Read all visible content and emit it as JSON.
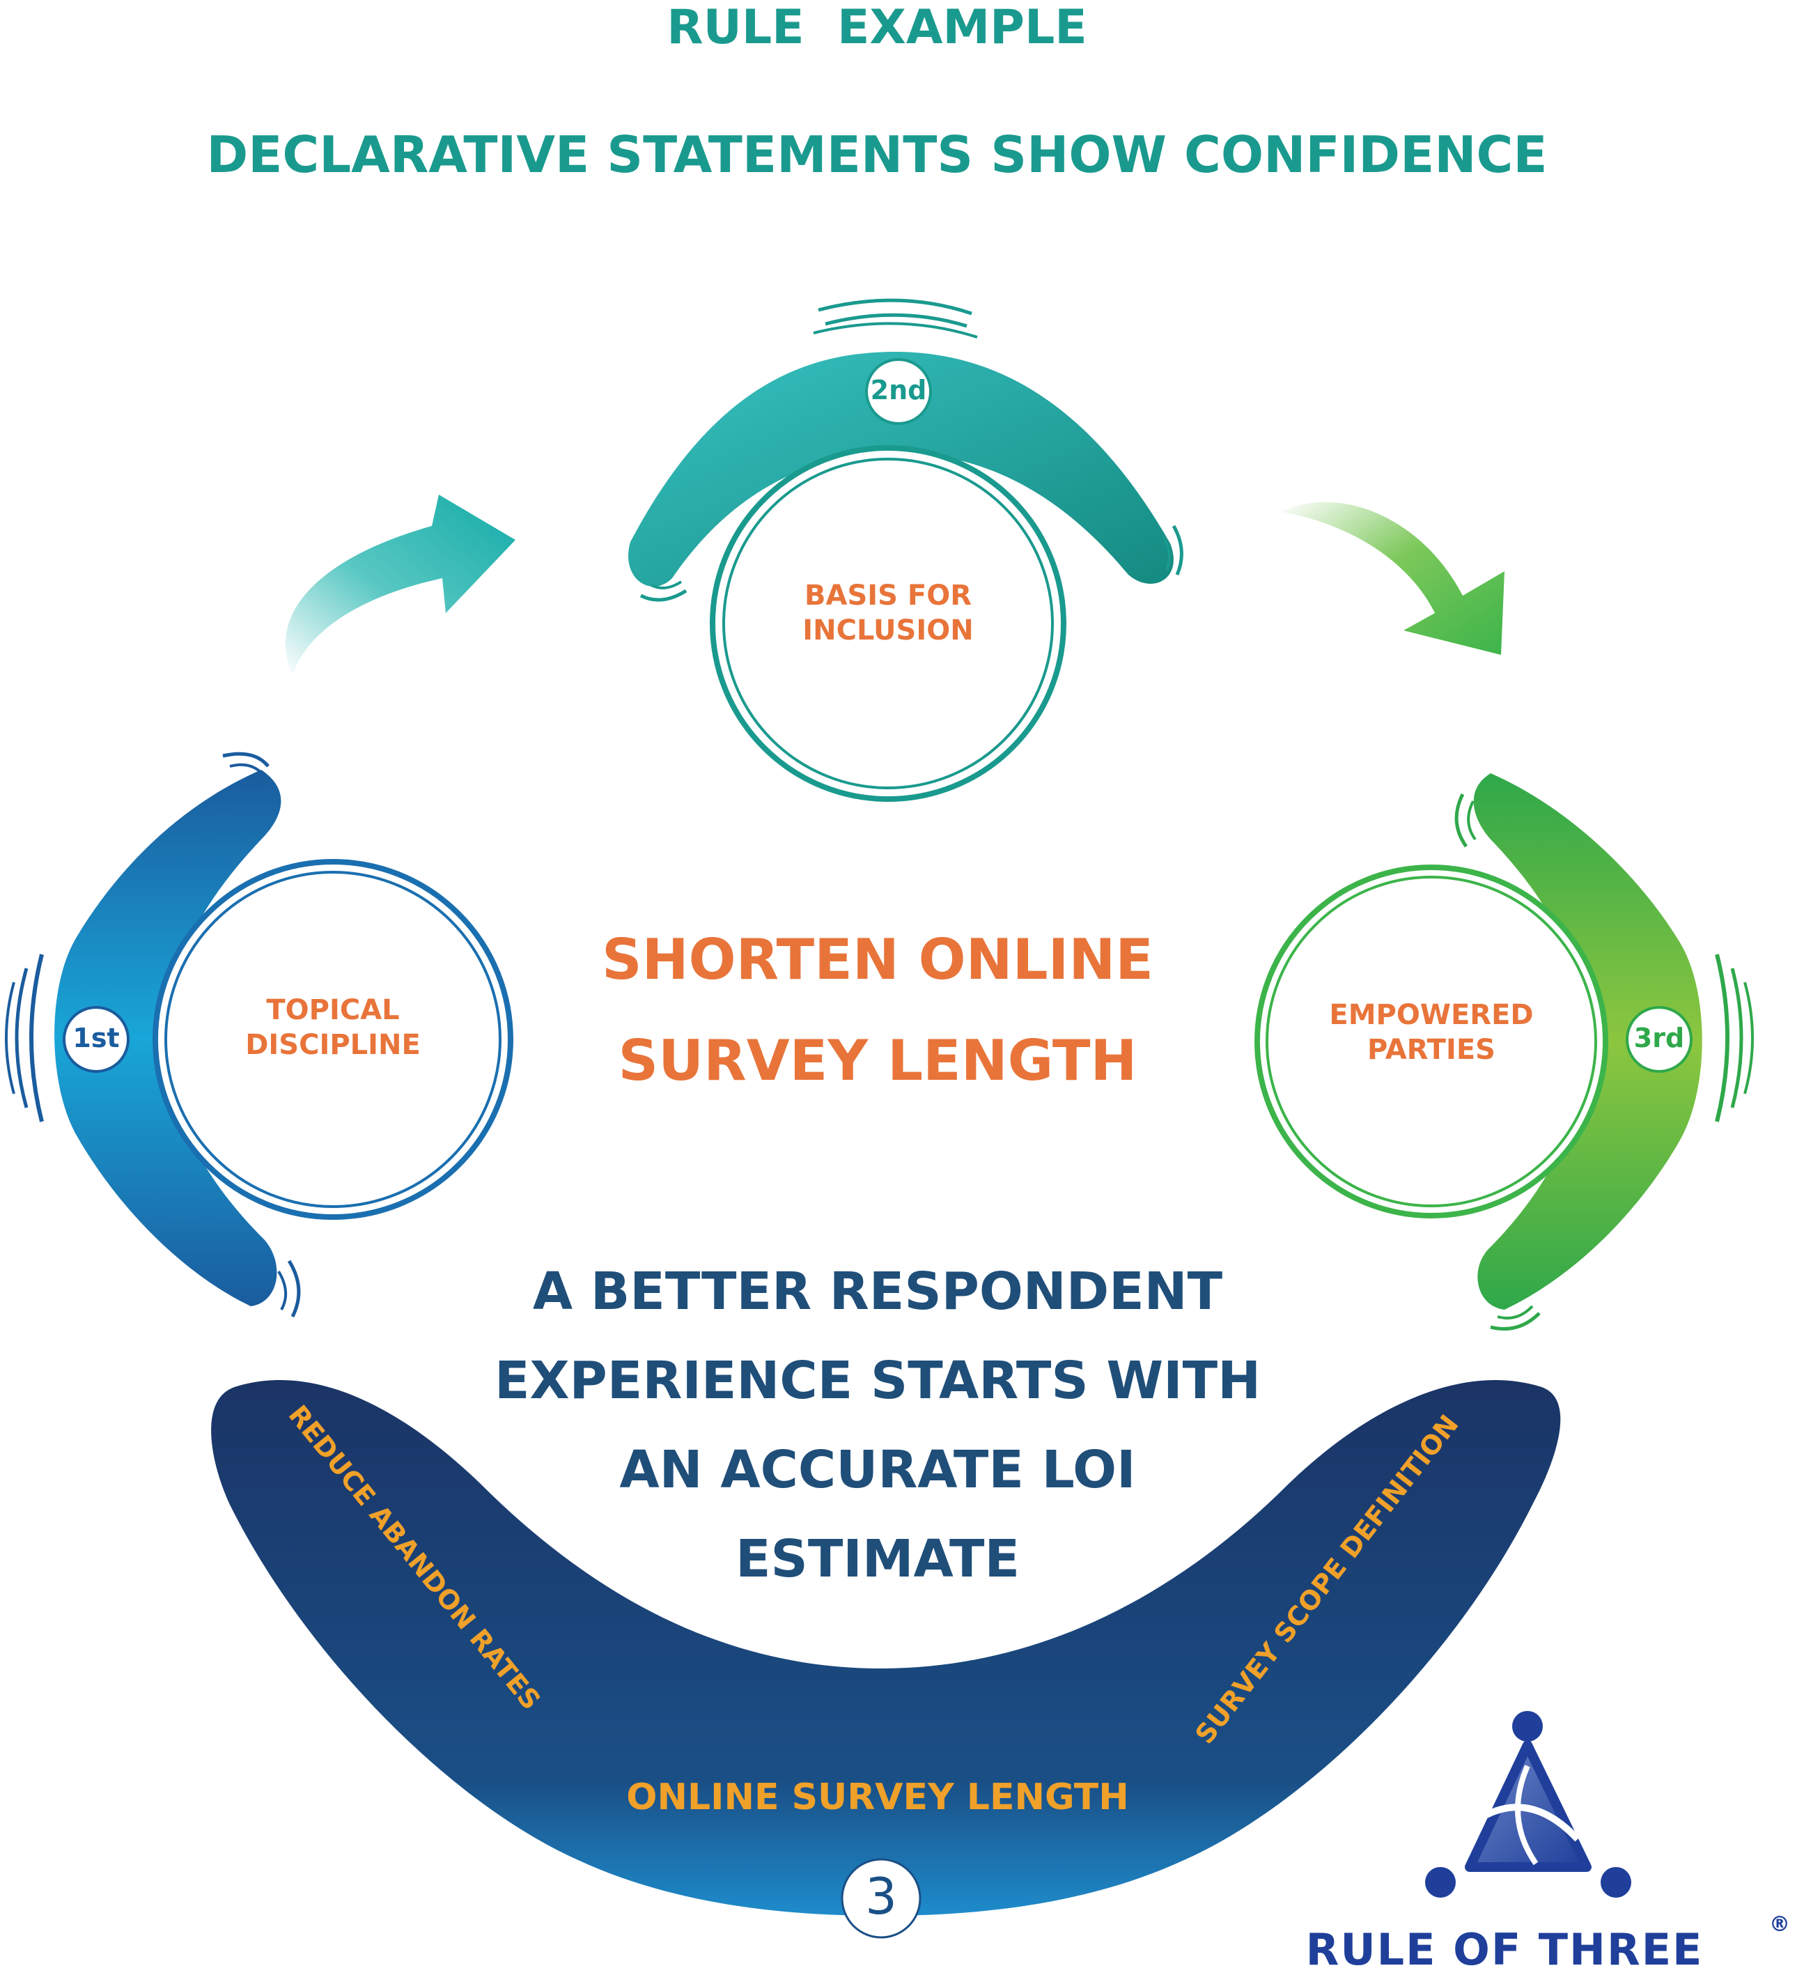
{
  "header": {
    "rule_label": "RULE  EXAMPLE",
    "subtitle": "DECLARATIVE STATEMENTS SHOW CONFIDENCE"
  },
  "center": {
    "headline_line1": "SHORTEN ONLINE",
    "headline_line2": "SURVEY LENGTH",
    "statement_line1": "A BETTER RESPONDENT",
    "statement_line2": "EXPERIENCE STARTS WITH",
    "statement_line3": "AN ACCURATE LOI",
    "statement_line4": "ESTIMATE"
  },
  "cycle": [
    {
      "badge": "1st",
      "label_line1": "TOPICAL",
      "label_line2": "DISCIPLINE",
      "color": "#1a7fc1"
    },
    {
      "badge": "2nd",
      "label_line1": "BASIS FOR",
      "label_line2": "INCLUSION",
      "color": "#1a9a8e"
    },
    {
      "badge": "3rd",
      "label_line1": "EMPOWERED",
      "label_line2": "PARTIES",
      "color": "#3cb44a"
    }
  ],
  "bottom_boomerang": {
    "left_label": "REDUCE ABANDON RATES",
    "right_label": "SURVEY SCOPE DEFINITION",
    "center_label": "ONLINE SURVEY LENGTH",
    "badge_glyph": "3",
    "color": "#1b3a6b"
  },
  "logo": {
    "text": "RULE OF THREE",
    "mark": "®",
    "color": "#1f3f9a"
  },
  "colors": {
    "teal": "#1a9a8e",
    "orange": "#e8743a",
    "gold": "#f0a12a",
    "navy": "#1f4e79",
    "blue": "#1a7fc1",
    "green": "#3cb44a"
  }
}
